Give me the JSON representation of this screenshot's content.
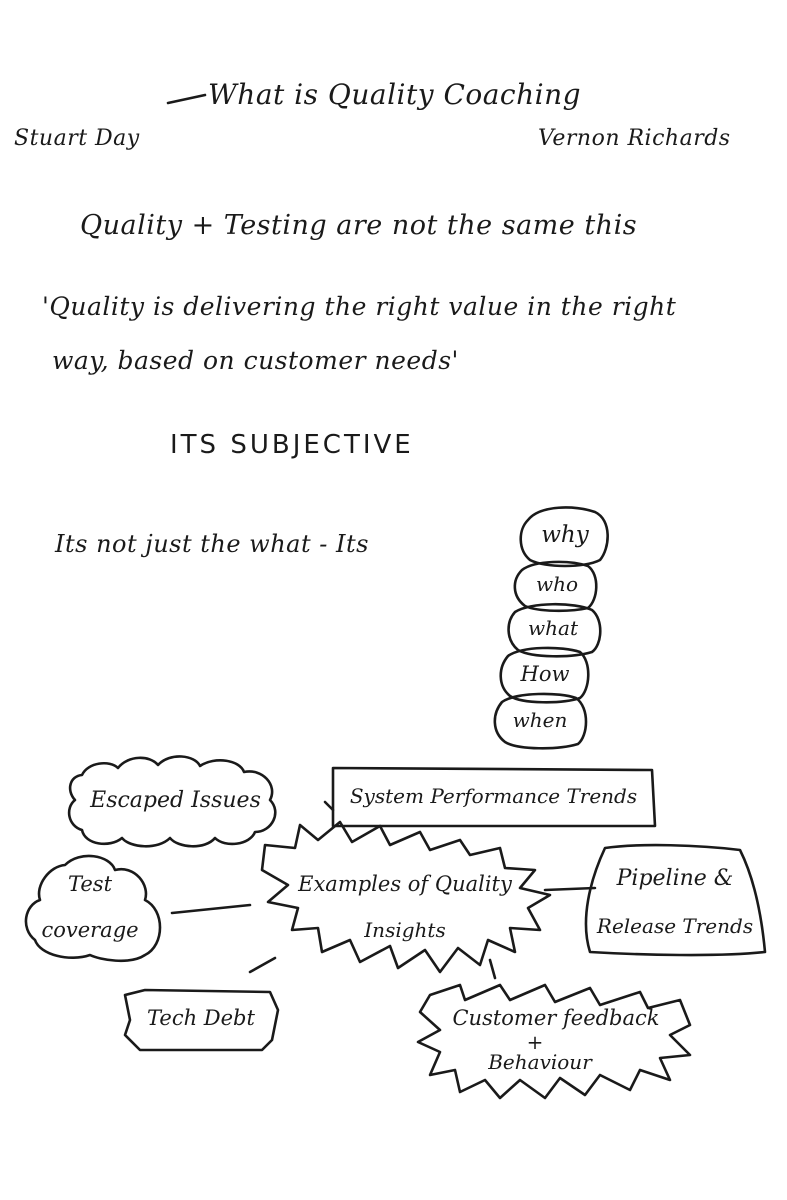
{
  "title": "What is Quality Coaching",
  "speakers": {
    "left": "Stuart Day",
    "right": "Vernon Richards"
  },
  "statement1": "Quality + Testing are not the same this",
  "quote_line1": "'Quality is delivering the right value in the right",
  "quote_line2": "way, based on customer needs'",
  "subjective": "ITS SUBJECTIVE",
  "not_just": "Its not just the what - Its",
  "bubbles": [
    "why",
    "who",
    "what",
    "How",
    "when"
  ],
  "center": {
    "line1": "Examples of Quality",
    "line2": "Insights"
  },
  "nodes": {
    "escaped": "Escaped Issues",
    "performance": "System Performance Trends",
    "test_line1": "Test",
    "test_line2": "coverage",
    "pipeline_line1": "Pipeline &",
    "pipeline_line2": "Release Trends",
    "tech_debt": "Tech Debt",
    "customer_line1": "Customer feedback",
    "customer_plus": "+",
    "customer_line2": "Behaviour"
  }
}
